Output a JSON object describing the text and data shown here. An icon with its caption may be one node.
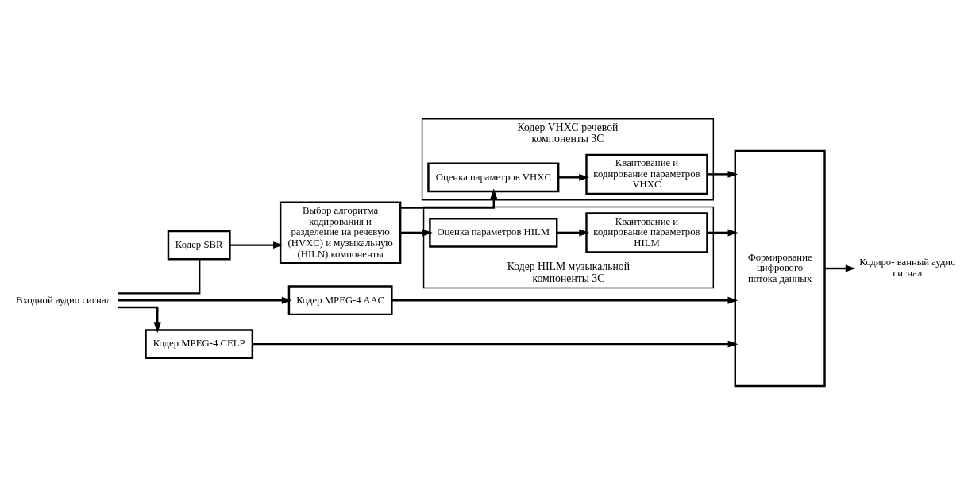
{
  "diagram": {
    "nodes": [
      {
        "text": [
          "Входной аудио сигнал"
        ]
      },
      {
        "text": [
          "Кодер SBR"
        ]
      },
      {
        "text": [
          "Выбор алгоритма кодирования и разделение на речевую (HVXC) и музыкальную (HILN) компоненты"
        ]
      },
      {
        "text": [
          "Кодер MPEG-4 AAC"
        ]
      },
      {
        "text": [
          "Кодер MPEG-4 CELP"
        ]
      },
      {
        "text": [
          "Кодер VHXC речевой компоненты 3С"
        ]
      },
      {
        "text": [
          "Оценка параметров VHXC"
        ],
        "in": 5
      },
      {
        "text": [
          "Квантование и кодирование параметров VHXC"
        ],
        "in": 5
      },
      {
        "text": [
          "Кодер HILM музыкальной компоненты 3С"
        ]
      },
      {
        "text": [
          "Оценка параметров HILM"
        ],
        "in": 8
      },
      {
        "text": [
          "Квантование и кодирование параметров HILM"
        ],
        "in": 8
      },
      {
        "text": [
          "Формирование цифрового потока данных"
        ]
      },
      {
        "text": [
          "Кодиро- ванный аудио сигнал"
        ]
      }
    ],
    "edges": [
      {
        "from": 0,
        "to": 1,
        "arrow": "none"
      },
      {
        "from": 0,
        "to": 3,
        "arrow": "to"
      },
      {
        "from": 0,
        "to": 4,
        "arrow": "to"
      },
      {
        "from": 1,
        "to": 2,
        "arrow": "to"
      },
      {
        "from": 2,
        "to": 6,
        "arrow": "to"
      },
      {
        "from": 2,
        "to": 9,
        "arrow": "to"
      },
      {
        "from": 6,
        "to": 7,
        "arrow": "to"
      },
      {
        "from": 9,
        "to": 10,
        "arrow": "to"
      },
      {
        "from": 3,
        "to": 11,
        "arrow": "to"
      },
      {
        "from": 4,
        "to": 11,
        "arrow": "to"
      },
      {
        "from": 7,
        "to": 11,
        "arrow": "to"
      },
      {
        "from": 10,
        "to": 11,
        "arrow": "to"
      },
      {
        "from": 11,
        "to": 12,
        "arrow": "to"
      }
    ]
  }
}
